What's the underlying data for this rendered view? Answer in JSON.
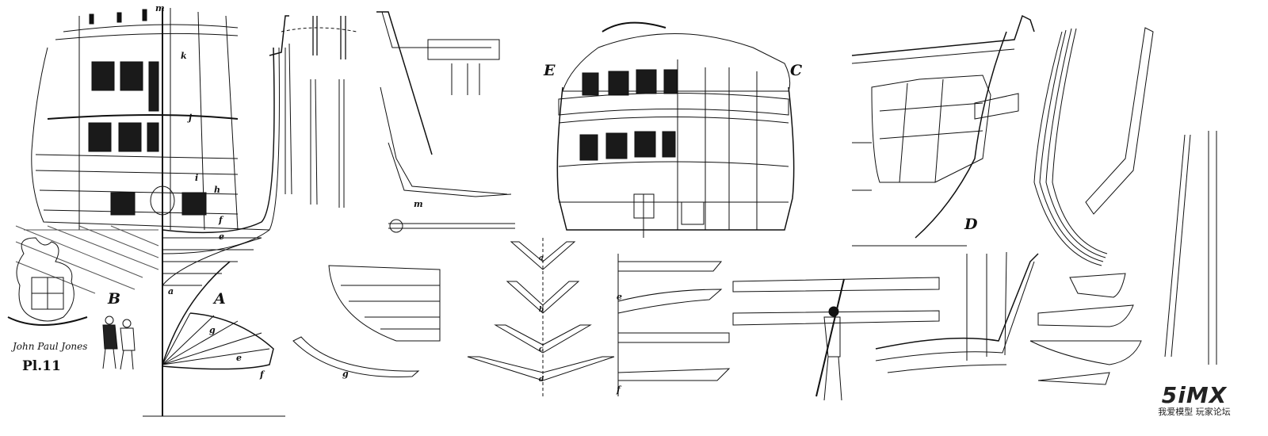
{
  "plate": {
    "plate_number": "Pl.11",
    "signature": "John Paul Jones",
    "watermark": {
      "main": "5iMX",
      "sub": "我爱模型 玩家论坛"
    }
  },
  "view_labels": {
    "A": "A",
    "B": "B",
    "C": "C",
    "D": "D",
    "E": "E"
  },
  "part_labels": {
    "k": "k",
    "j": "j",
    "i": "i",
    "h": "h",
    "f": "f",
    "e": "e",
    "a": "a",
    "m": "m",
    "g": "g",
    "sec_a": "a",
    "sec_b": "b",
    "sec_c": "c",
    "sec_d": "d"
  },
  "colors": {
    "ink": "#111111",
    "paper": "#ffffff",
    "hatch": "#555555"
  }
}
